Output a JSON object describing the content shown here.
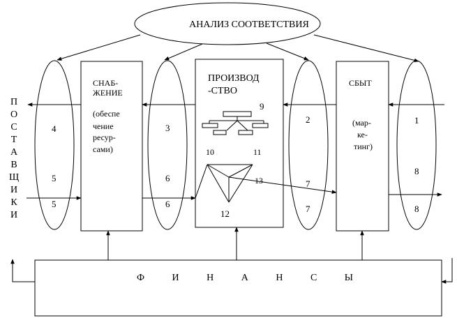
{
  "analysis": "АНАЛИЗ СООТВЕТСТВИЯ",
  "suppliers_letters": [
    "П",
    "О",
    "С",
    "Т",
    "А",
    "В",
    "Щ",
    "И",
    "К",
    "И"
  ],
  "supply": {
    "lines": [
      "СНАБ-",
      "ЖЕНИЕ",
      "",
      "(обеспе",
      "чение",
      "ресур-",
      "сами)"
    ]
  },
  "production": {
    "lines": [
      "ПРОИЗВОД",
      "-СТВО"
    ]
  },
  "sales": {
    "lines": [
      "СБЫТ",
      "",
      "(мар-",
      "ке-",
      "тинг)"
    ]
  },
  "finance": "Ф И Н А Н С Ы",
  "numbers": {
    "n1": "1",
    "n2": "2",
    "n3": "3",
    "n4": "4",
    "n5a": "5",
    "n5b": "5",
    "n6a": "6",
    "n6b": "6",
    "n7a": "7",
    "n7b": "7",
    "n8a": "8",
    "n8b": "8",
    "n9": "9",
    "n10": "10",
    "n11": "11",
    "n12": "12",
    "n13": "13"
  }
}
